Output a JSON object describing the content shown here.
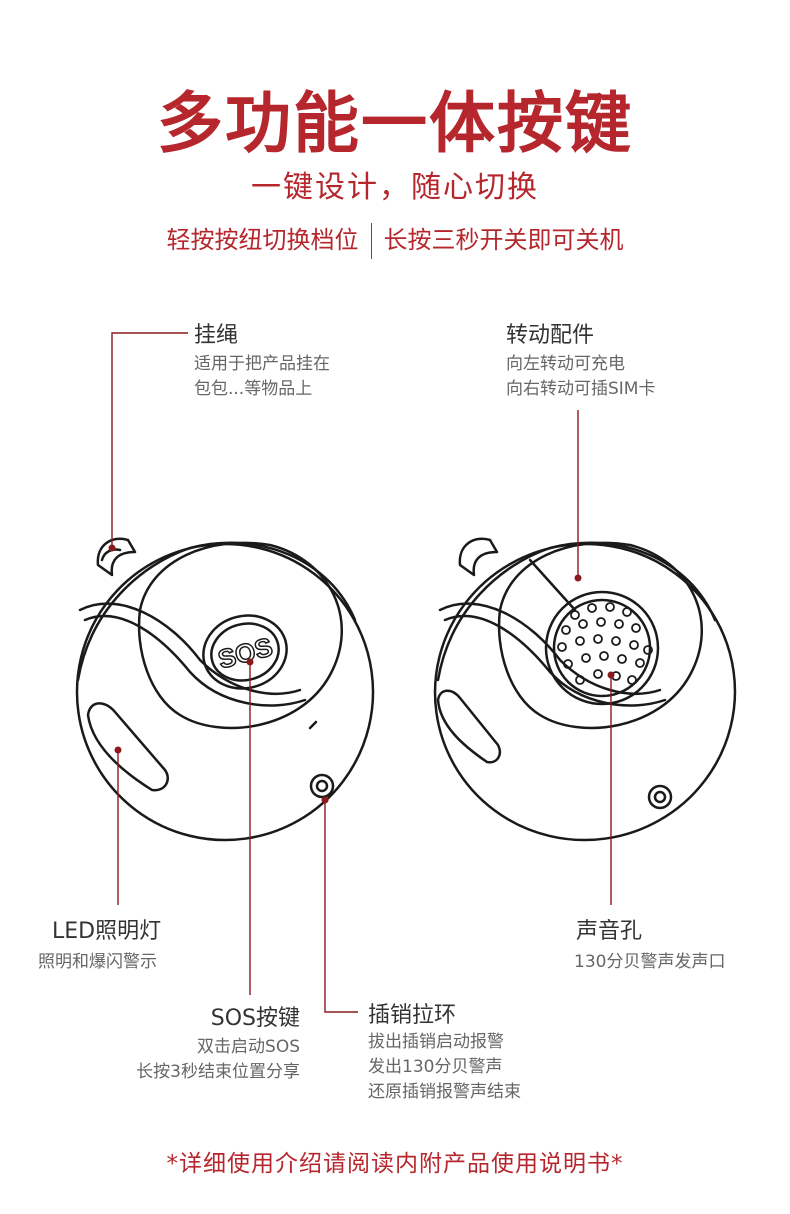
{
  "header": {
    "title": "多功能一体按键",
    "subtitle": "一键设计，随心切换",
    "tagline_left": "轻按按纽切换档位",
    "tagline_right": "长按三秒开关即可关机"
  },
  "features": {
    "lanyard": {
      "label": "挂绳",
      "desc": [
        "适用于把产品挂在",
        "包包...等物品上"
      ]
    },
    "rotating_part": {
      "label": "转动配件",
      "desc": [
        "向左转动可充电",
        "向右转动可插SIM卡"
      ]
    },
    "led": {
      "label": "LED照明灯",
      "desc": [
        "照明和爆闪警示"
      ]
    },
    "speaker": {
      "label": "声音孔",
      "desc": [
        "130分贝警声发声口"
      ]
    },
    "sos": {
      "label": "SOS按键",
      "desc": [
        "双击启动SOS",
        "长按3秒结束位置分享"
      ]
    },
    "pin": {
      "label": "插销拉环",
      "desc": [
        "拔出插销启动报警",
        "发出130分贝警声",
        "还原插销报警声结束"
      ]
    }
  },
  "device": {
    "button_text": "SOS"
  },
  "footer": {
    "note": "*详细使用介绍请阅读内附产品使用说明书*"
  },
  "colors": {
    "accent": "#b5272d",
    "line": "#8b1a1f",
    "outline": "#1a1a1a"
  }
}
